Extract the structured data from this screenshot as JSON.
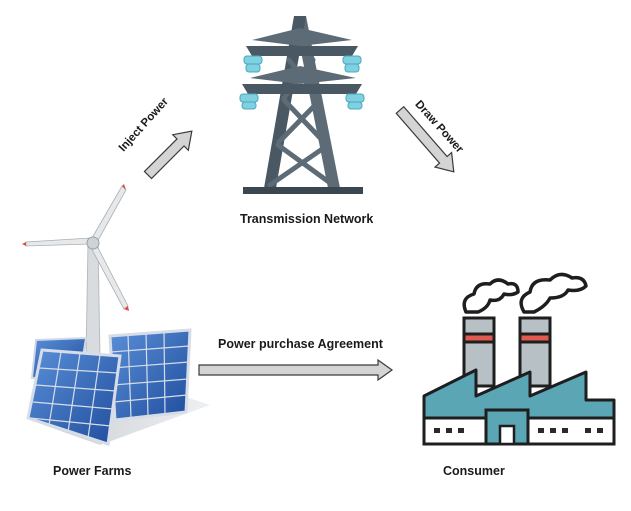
{
  "nodes": {
    "transmission": "Transmission Network",
    "farms": "Power Farms",
    "consumer": "Consumer"
  },
  "edges": {
    "inject": "Inject Power",
    "draw": "Draw Power",
    "ppa": "Power purchase Agreement"
  },
  "colors": {
    "tower": "#4a5863",
    "insulator": "#7fd0e0",
    "arrow_fill": "#d4d4d4",
    "arrow_stroke": "#3a3a3a",
    "panel": "#2f5fb0",
    "factory": "#5aa6b4",
    "chimney_band": "#e05a50"
  }
}
